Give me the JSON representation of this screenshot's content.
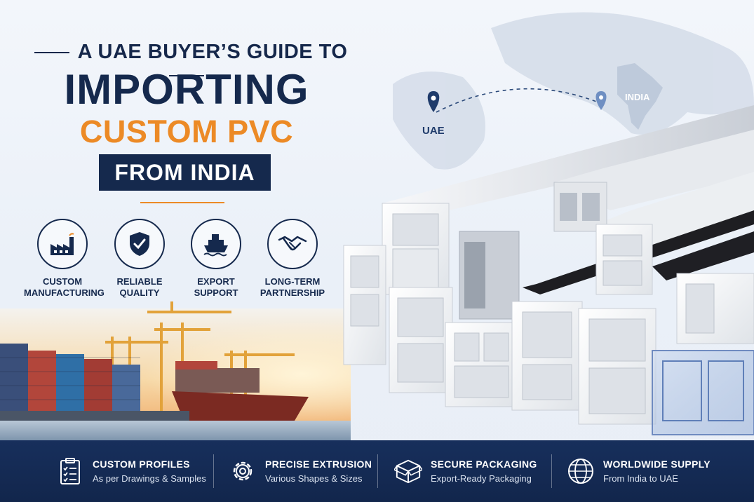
{
  "header": {
    "eyebrow": "A UAE BUYER’S GUIDE TO",
    "title_line1": "IMPORTING",
    "title_line2": "CUSTOM PVC PROFILES",
    "banner": "FROM INDIA"
  },
  "features": [
    {
      "line1": "CUSTOM",
      "line2": "MANUFACTURING",
      "icon": "factory-icon"
    },
    {
      "line1": "RELIABLE",
      "line2": "QUALITY",
      "icon": "shield-check-icon"
    },
    {
      "line1": "EXPORT",
      "line2": "SUPPORT",
      "icon": "ship-icon"
    },
    {
      "line1": "LONG-TERM",
      "line2": "PARTNERSHIP",
      "icon": "handshake-icon"
    }
  ],
  "map": {
    "origin_label": "UAE",
    "destination_label": "INDIA"
  },
  "bottom_bar": [
    {
      "title": "CUSTOM PROFILES",
      "subtitle": "As per Drawings & Samples",
      "icon": "clipboard-checklist-icon"
    },
    {
      "title": "PRECISE EXTRUSION",
      "subtitle": "Various Shapes & Sizes",
      "icon": "gear-icon"
    },
    {
      "title": "SECURE PACKAGING",
      "subtitle": "Export-Ready Packaging",
      "icon": "box-icon"
    },
    {
      "title": "WORLDWIDE SUPPLY",
      "subtitle": "From India to UAE",
      "icon": "globe-icon"
    }
  ],
  "colors": {
    "navy": "#15294d",
    "orange": "#ec8a26",
    "bar": "#172f5c"
  }
}
